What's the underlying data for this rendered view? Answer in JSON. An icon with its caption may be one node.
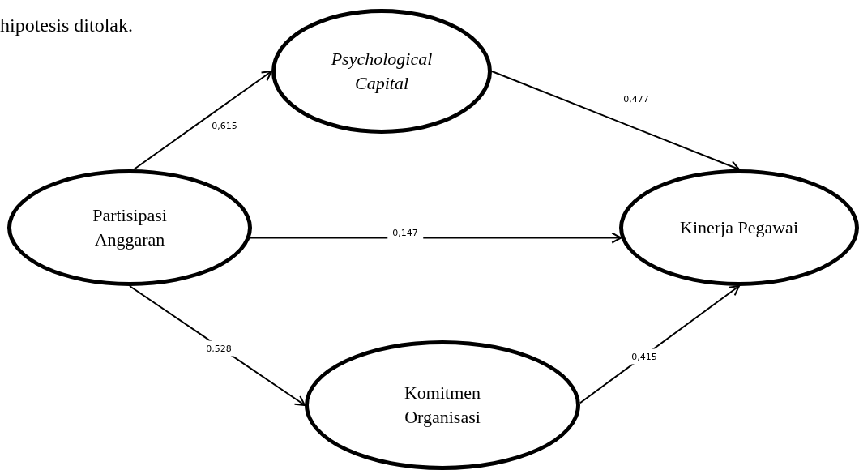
{
  "diagram": {
    "nodes": [
      {
        "text": [
          "Partisipasi Anggaran"
        ]
      },
      {
        "text": [
          "Psychological Capital"
        ]
      },
      {
        "text": [
          "Kinerja Pegawai"
        ]
      },
      {
        "text": [
          "Komitmen Organisasi"
        ]
      }
    ],
    "edges": [
      {
        "from": 0,
        "to": 1,
        "arrow": "to",
        "label": "0,615"
      },
      {
        "from": 1,
        "to": 2,
        "arrow": "to",
        "label": "0,477"
      },
      {
        "from": 0,
        "to": 2,
        "arrow": "to",
        "label": "0,147"
      },
      {
        "from": 0,
        "to": 3,
        "arrow": "to",
        "label": "0,528"
      },
      {
        "from": 3,
        "to": 2,
        "arrow": "to",
        "label": "0,415"
      }
    ],
    "labels": [
      "hipotesis ditolak."
    ]
  }
}
